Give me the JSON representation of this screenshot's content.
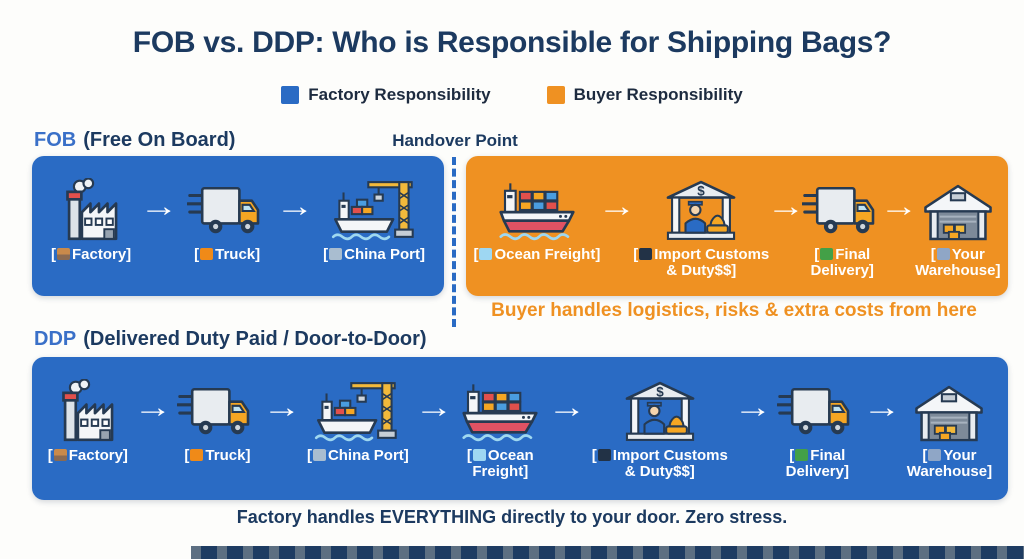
{
  "title": "FOB vs. DDP: Who is Responsible for Shipping Bags?",
  "legend": {
    "factory": {
      "label": "Factory Responsibility",
      "color": "#2a6bc4"
    },
    "buyer": {
      "label": "Buyer Responsibility",
      "color": "#ef9122"
    }
  },
  "ui": {
    "arrow": "→"
  },
  "fob": {
    "term": "FOB",
    "term_rest": "(Free On Board)",
    "handover_label": "Handover Point",
    "factory_steps": [
      {
        "icon": "factory",
        "mini_icon": "factory",
        "open": "[",
        "line1": "Factory]"
      },
      {
        "icon": "truck",
        "mini_icon": "truck",
        "open": "[",
        "line1": "Truck]"
      },
      {
        "icon": "port",
        "mini_icon": "anchor",
        "open": "[",
        "line1": "China Port]"
      }
    ],
    "buyer_steps": [
      {
        "icon": "cargo-ship",
        "mini_icon": "ship",
        "open": "[",
        "line1": "Ocean Freight]"
      },
      {
        "icon": "customs",
        "mini_icon": "customs",
        "open": "[",
        "line1": "Import Customs",
        "line2": "& Duty$$]"
      },
      {
        "icon": "delivery-truck",
        "mini_icon": "delivery",
        "open": "[",
        "line1": "Final",
        "line2": "Delivery]"
      },
      {
        "icon": "warehouse",
        "mini_icon": "warehouse",
        "open": "[",
        "line1": "Your",
        "line2": "Warehouse]"
      }
    ],
    "buyer_note": "Buyer handles logistics, risks & extra costs from here"
  },
  "ddp": {
    "term": "DDP",
    "term_rest": "(Delivered Duty Paid / Door-to-Door)",
    "steps": [
      {
        "icon": "factory",
        "mini_icon": "factory",
        "open": "[",
        "line1": "Factory]"
      },
      {
        "icon": "truck",
        "mini_icon": "truck",
        "open": "[",
        "line1": "Truck]"
      },
      {
        "icon": "port",
        "mini_icon": "anchor",
        "open": "[",
        "line1": "China Port]"
      },
      {
        "icon": "cargo-ship",
        "mini_icon": "ship",
        "open": "[",
        "line1": "Ocean",
        "line2": "Freight]"
      },
      {
        "icon": "customs",
        "mini_icon": "customs",
        "open": "[",
        "line1": "Import Customs",
        "line2": "& Duty$$]"
      },
      {
        "icon": "delivery-truck",
        "mini_icon": "delivery",
        "open": "[",
        "line1": "Final",
        "line2": "Delivery]"
      },
      {
        "icon": "warehouse",
        "mini_icon": "warehouse",
        "open": "[",
        "line1": "Your",
        "line2": "Warehouse]"
      }
    ],
    "note": "Factory handles EVERYTHING directly to your door. Zero stress."
  },
  "palette": {
    "factory_blue": "#2a6bc4",
    "buyer_orange": "#ef9122",
    "navy_text": "#1c3a60",
    "term_blue": "#3a70c8",
    "background": "#fdfdfb",
    "footer_navy": "#1e3c62"
  }
}
